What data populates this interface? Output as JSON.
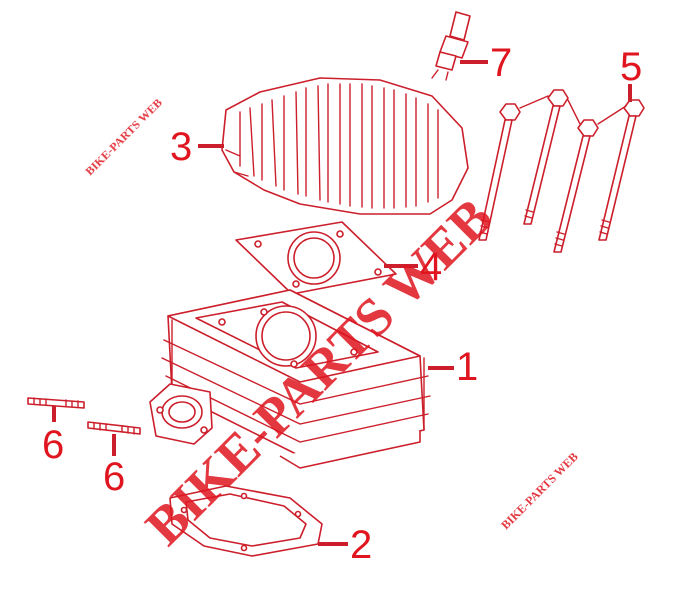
{
  "diagram": {
    "callouts": {
      "1": "1",
      "2": "2",
      "3": "3",
      "4": "4",
      "5": "5",
      "6a": "6",
      "6b": "6",
      "7": "7"
    },
    "watermarks": {
      "main": "BIKE-PARTS WEB",
      "top_left": "BIKE-PARTS WEB",
      "bottom_right": "BIKE-PARTS WEB"
    },
    "colors": {
      "line_art": "#cc1f2b",
      "callout_text": "#e0151f",
      "background": "#ffffff"
    }
  }
}
